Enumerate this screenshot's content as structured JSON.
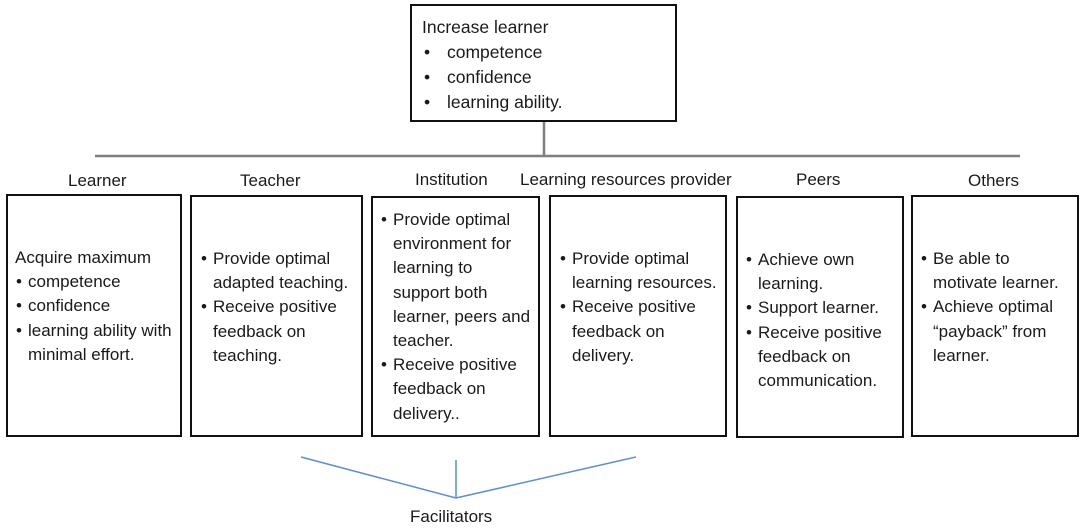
{
  "top_box": {
    "title": "Increase learner",
    "items": [
      "competence",
      "confidence",
      "learning ability."
    ]
  },
  "columns": [
    {
      "heading": "Learner",
      "intro": "Acquire maximum",
      "items": [
        "competence",
        "confidence",
        "learning ability with minimal effort."
      ]
    },
    {
      "heading": "Teacher",
      "items": [
        "Provide optimal adapted teaching.",
        "Receive positive feedback on teaching."
      ]
    },
    {
      "heading": "Institution",
      "items": [
        "Provide optimal environment for learning to support both learner, peers and teacher.",
        "Receive positive feedback on delivery.."
      ]
    },
    {
      "heading": "Learning resources provider",
      "items": [
        "Provide optimal learning resources.",
        "Receive positive feedback on delivery."
      ]
    },
    {
      "heading": "Peers",
      "items": [
        "Achieve own learning.",
        "Support learner.",
        "Receive positive feedback on communication."
      ]
    },
    {
      "heading": "Others",
      "items": [
        "Be able to motivate learner.",
        "Achieve optimal “payback” from learner."
      ]
    }
  ],
  "footer": {
    "label": "Facilitators"
  },
  "colors": {
    "box_border": "#111111",
    "tree_line": "#7f7f7f",
    "facilitator_lines": "#5b8fd6"
  }
}
